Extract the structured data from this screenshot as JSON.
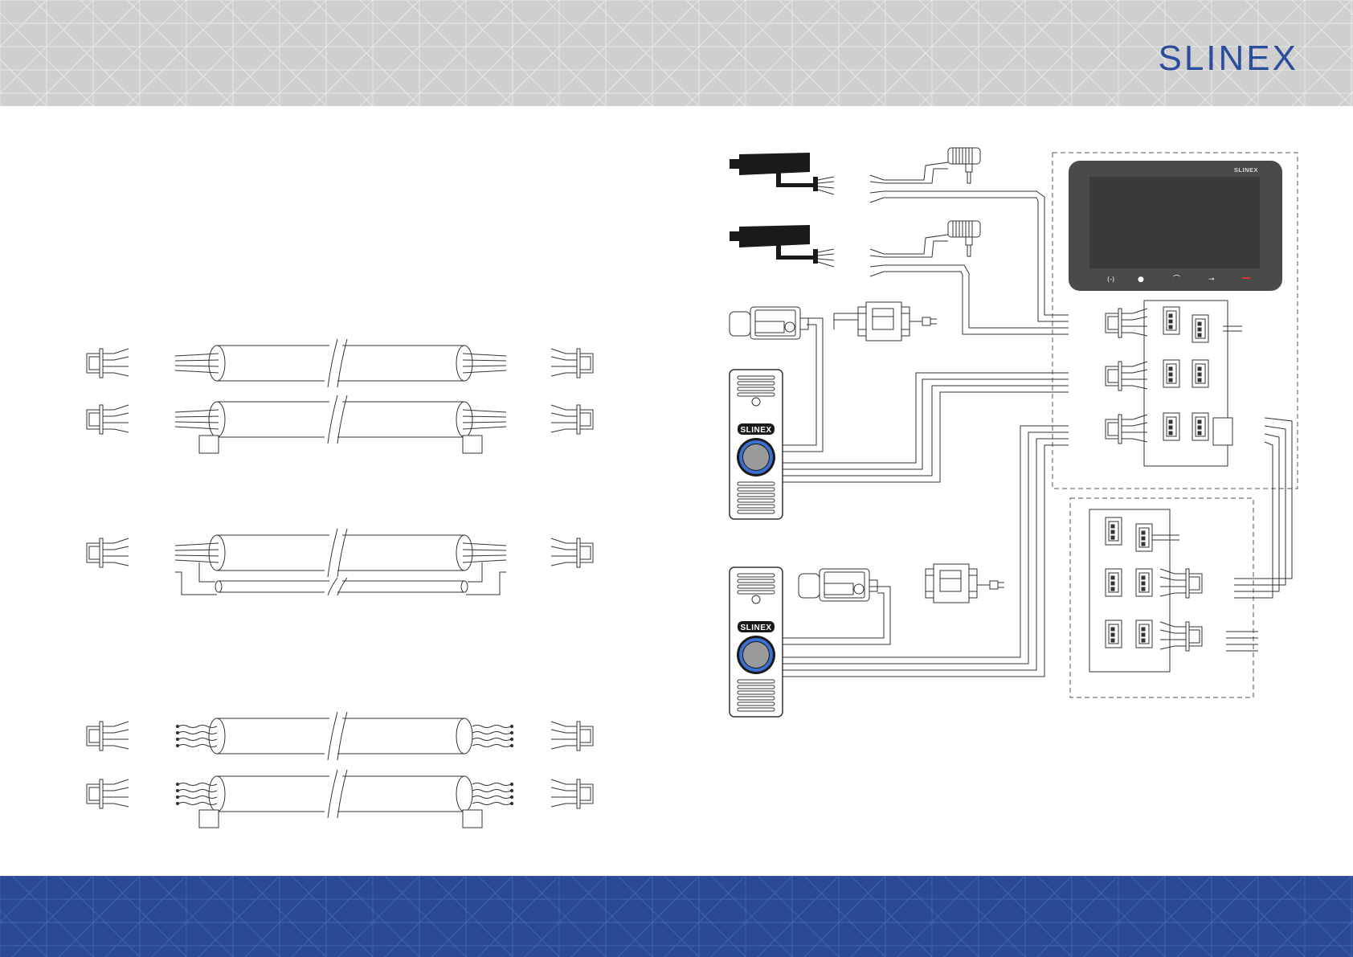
{
  "header": {
    "brand": "SLINEX",
    "pattern_color": "#e7e7e7",
    "background": "#cfcfcf"
  },
  "footer": {
    "background": "#2b4a93",
    "pattern_color": "#3f64b4"
  },
  "diagram": {
    "monitor": {
      "brand": "SLINEX",
      "screen_color": "#3d3d3d",
      "body_color": "#4a4a4a"
    },
    "call_panels": [
      {
        "brand": "SLINEX",
        "ring_color": "#3b6fd1"
      },
      {
        "brand": "SLINEX",
        "ring_color": "#3b6fd1"
      }
    ],
    "icons": [
      "camera-icon",
      "camera-icon",
      "power-adapter-icon",
      "power-adapter-icon",
      "electric-lock-icon",
      "electric-lock-icon",
      "power-supply-icon",
      "power-supply-icon",
      "plug-icon",
      "plug-icon"
    ],
    "accent": "#2a4d9c"
  }
}
